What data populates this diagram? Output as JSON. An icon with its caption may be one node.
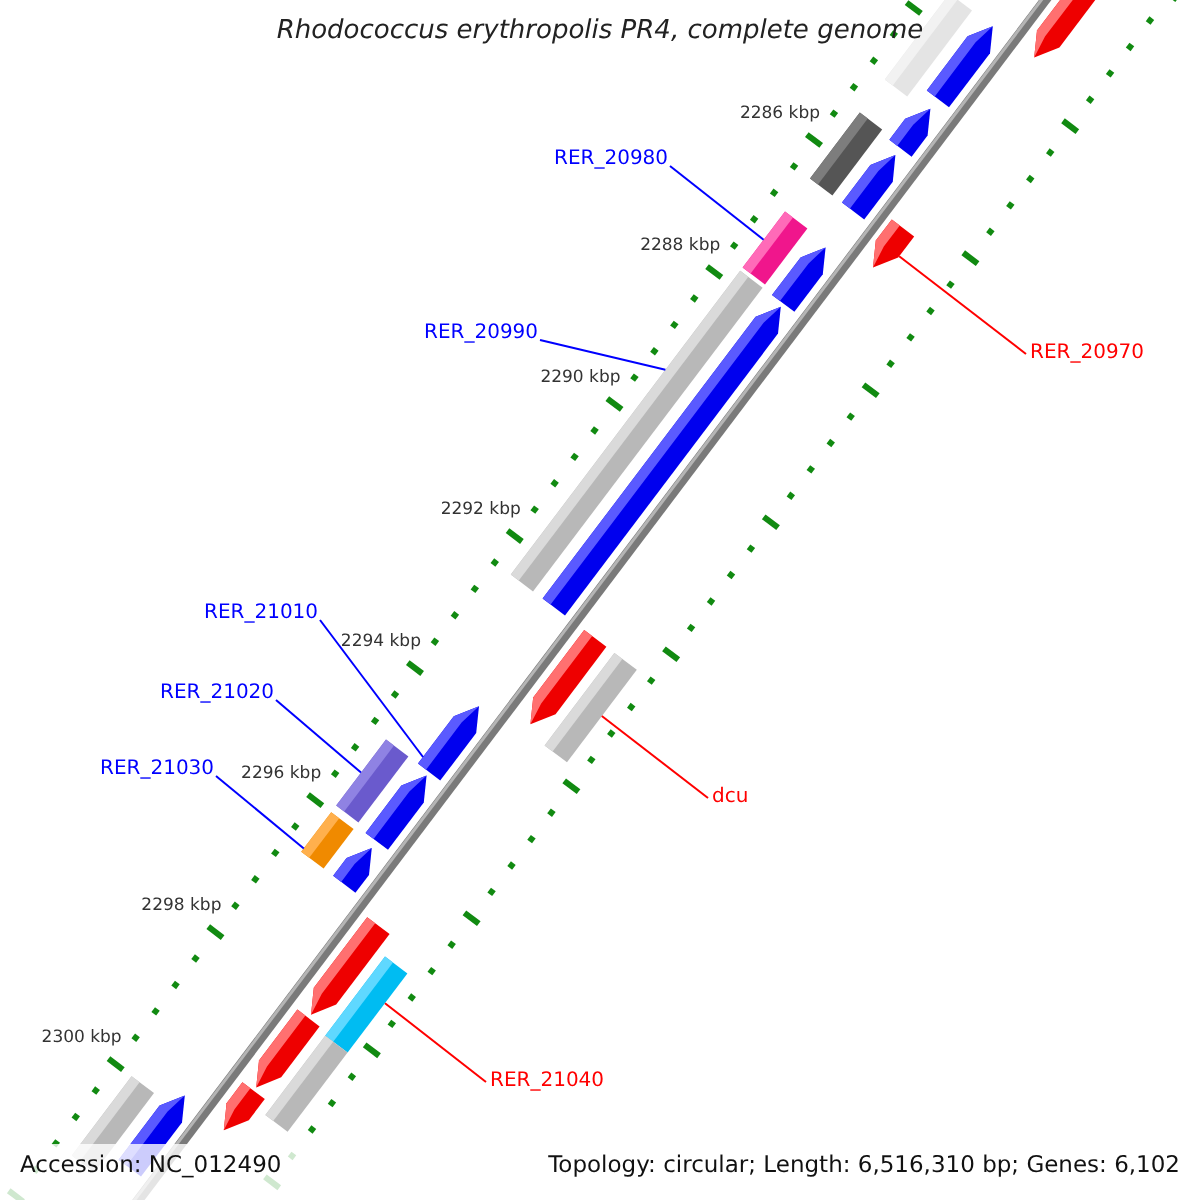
{
  "diagram": {
    "title": "Rhodococcus erythropolis PR4, complete genome",
    "nodes": [
      {
        "text": [
          "RER_20980"
        ]
      },
      {
        "text": [
          "RER_20990"
        ]
      },
      {
        "text": [
          "RER_20970"
        ]
      },
      {
        "text": [
          "RER_21010"
        ]
      },
      {
        "text": [
          "RER_21020"
        ]
      },
      {
        "text": [
          "RER_21030"
        ]
      },
      {
        "text": [
          "dcu"
        ]
      },
      {
        "text": [
          "RER_21040"
        ]
      },
      {
        "text": [],
        "shape": "pentagon"
      },
      {
        "text": [],
        "shape": "box"
      },
      {
        "text": [],
        "shape": "pentagon"
      },
      {
        "text": [],
        "shape": "pentagon"
      },
      {
        "text": [],
        "shape": "box"
      },
      {
        "text": [],
        "shape": "pentagon"
      },
      {
        "text": [],
        "shape": "box"
      },
      {
        "text": [],
        "shape": "pentagon"
      },
      {
        "text": [],
        "shape": "pentagon"
      },
      {
        "text": [],
        "shape": "box"
      },
      {
        "text": [],
        "shape": "pentagon"
      },
      {
        "text": [],
        "shape": "pentagon"
      },
      {
        "text": [],
        "shape": "box"
      },
      {
        "text": [],
        "shape": "pentagon"
      },
      {
        "text": [],
        "shape": "box"
      },
      {
        "text": [],
        "shape": "pentagon"
      },
      {
        "text": [],
        "shape": "box"
      },
      {
        "text": [],
        "shape": "pentagon"
      },
      {
        "text": [],
        "shape": "pentagon"
      },
      {
        "text": [],
        "shape": "box"
      },
      {
        "text": [],
        "shape": "pentagon"
      },
      {
        "text": [],
        "shape": "box"
      },
      {
        "text": [],
        "shape": "pentagon"
      },
      {
        "text": [],
        "shape": "box"
      },
      {
        "text": [],
        "shape": "pentagon"
      }
    ],
    "edges": [
      {
        "from": 0,
        "to": 14,
        "arrow": "none"
      },
      {
        "from": 1,
        "to": 17,
        "arrow": "none"
      },
      {
        "from": 2,
        "to": 15,
        "arrow": "none",
        "color": "#ff0000"
      },
      {
        "from": 3,
        "to": 21,
        "arrow": "none"
      },
      {
        "from": 4,
        "to": 22,
        "arrow": "none"
      },
      {
        "from": 5,
        "to": 24,
        "arrow": "none"
      },
      {
        "from": 6,
        "to": 20,
        "arrow": "none",
        "color": "#ff0000"
      },
      {
        "from": 7,
        "to": 27,
        "arrow": "none",
        "color": "#ff0000"
      }
    ],
    "labels": [
      "2286 kbp",
      "2288 kbp",
      "2290 kbp",
      "2292 kbp",
      "2294 kbp",
      "2296 kbp",
      "2298 kbp",
      "2300 kbp",
      "Accession: NC_012490",
      "Topology: circular; Length: 6,516,310 bp; Genes: 6,102"
    ]
  }
}
